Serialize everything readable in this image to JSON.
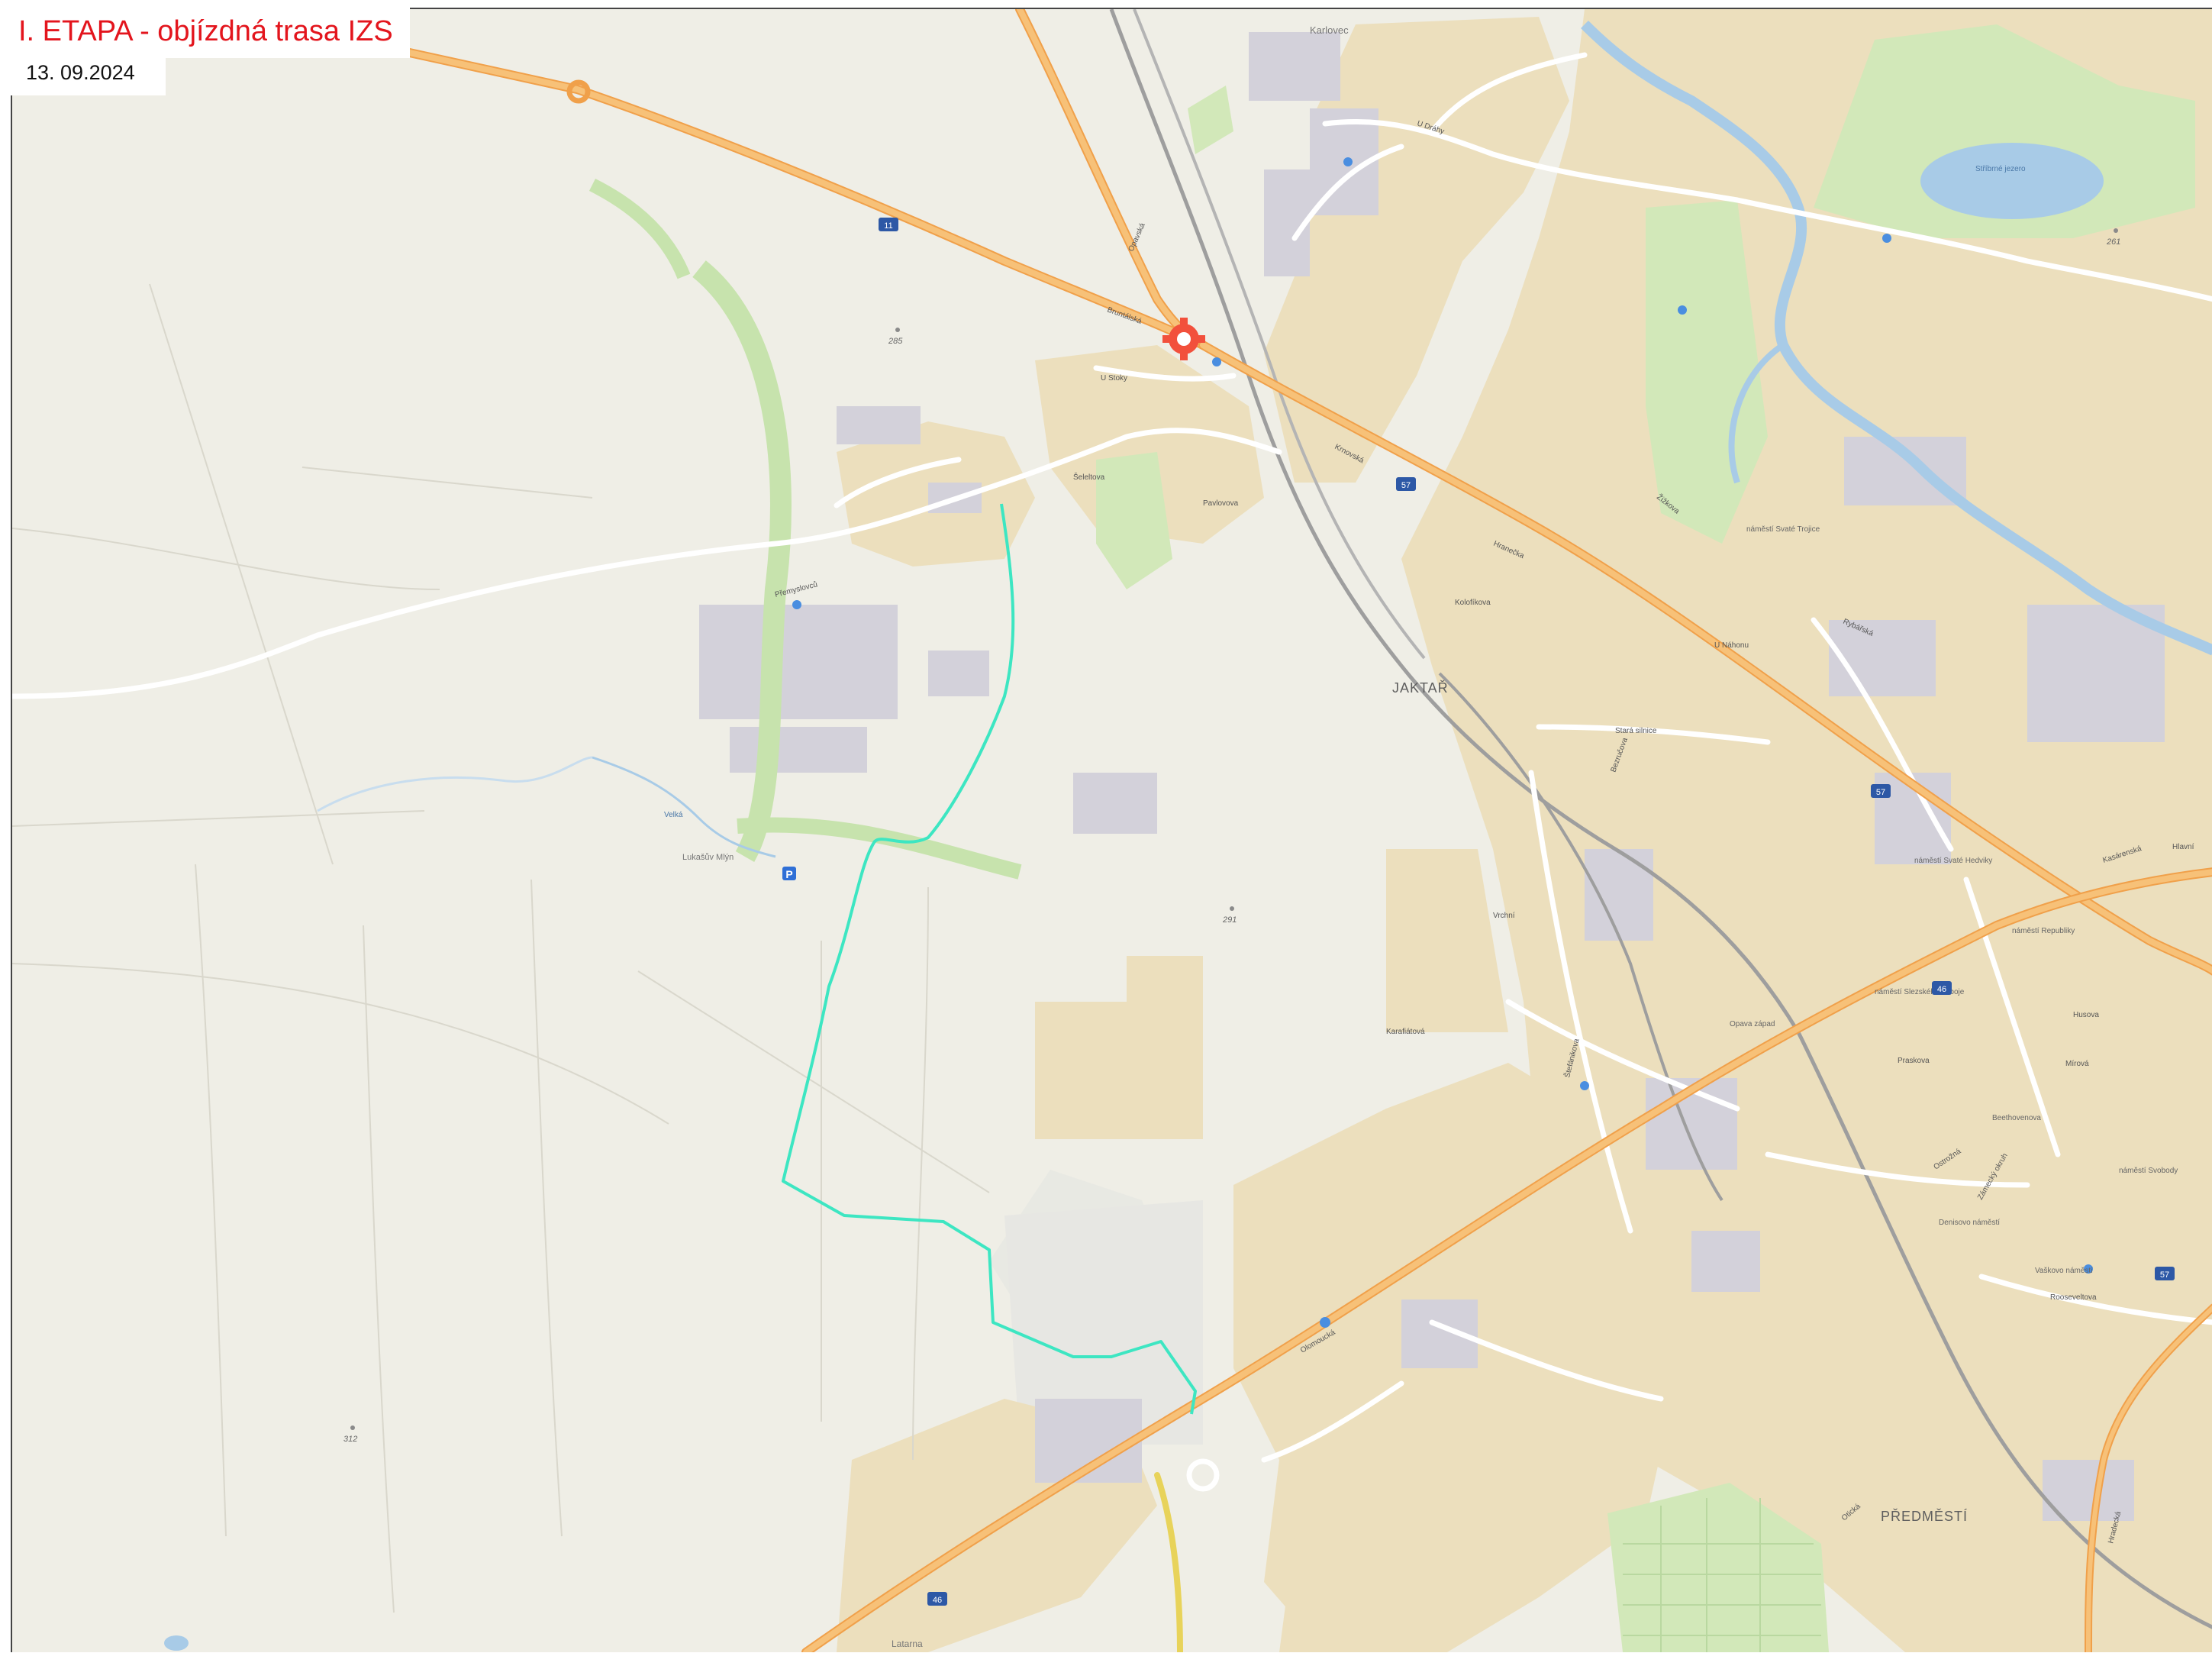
{
  "header": {
    "title": "I. ETAPA - objízdná trasa IZS",
    "date": "13. 09.2024"
  },
  "colors": {
    "title_red": "#e3151d",
    "detour_route": "#3de6c2",
    "road_orange": "#f5b35e",
    "river_blue": "#a8cbe7",
    "built_up": "#eadcb8",
    "building": "#cfcdd6",
    "green_area": "#cfe7b6",
    "background": "#efeee6"
  },
  "icons": {
    "closure_marker": "construction-closure-icon",
    "parking": "parking-icon",
    "bus_stop": "bus-stop-icon",
    "survey_point": "survey-point-icon"
  },
  "map": {
    "districts": [
      "JAKTAŘ",
      "PŘEDMĚSTÍ"
    ],
    "localities": [
      "Karlovec",
      "Lukašův Mlýn",
      "Latarna"
    ],
    "squares": [
      "náměstí Svaté Trojice",
      "náměstí Svaté Hedviky",
      "náměstí Republiky",
      "náměstí Slezského odboje",
      "Denisovo náměstí",
      "Beethovenova",
      "Vaškovo náměstí",
      "náměstí Svobody",
      "Opava západ"
    ],
    "water": [
      "Stříbrné jezero",
      "Velká"
    ],
    "elevations": [
      "285",
      "291",
      "312",
      "261"
    ],
    "route_shields": [
      "11",
      "57",
      "57",
      "46",
      "46",
      "57"
    ],
    "streets": [
      {
        "text": "U Dráhy"
      },
      {
        "text": "U Stoky"
      },
      {
        "text": "Přemyslovců"
      },
      {
        "text": "Krnovská"
      },
      {
        "text": "Bruntálská"
      },
      {
        "text": "Opavská"
      },
      {
        "text": "Olomoucká"
      },
      {
        "text": "Stará silnice"
      },
      {
        "text": "Hradecká"
      },
      {
        "text": "Rybářská"
      },
      {
        "text": "Žižkova"
      },
      {
        "text": "Hranečka"
      },
      {
        "text": "Bezručova"
      },
      {
        "text": "Kolofíkova"
      },
      {
        "text": "U Náhonu"
      },
      {
        "text": "Štefánikova"
      },
      {
        "text": "Praskova"
      },
      {
        "text": "Ostrožná"
      },
      {
        "text": "Zámecký okruh"
      },
      {
        "text": "Otická"
      },
      {
        "text": "Rooseveltova"
      },
      {
        "text": "Mírová"
      },
      {
        "text": "Hlavní"
      },
      {
        "text": "Karafiátová"
      },
      {
        "text": "Vrchní"
      },
      {
        "text": "Kasárenská"
      },
      {
        "text": "Šeleltova"
      },
      {
        "text": "Pavlovova"
      },
      {
        "text": "Husova"
      }
    ]
  }
}
